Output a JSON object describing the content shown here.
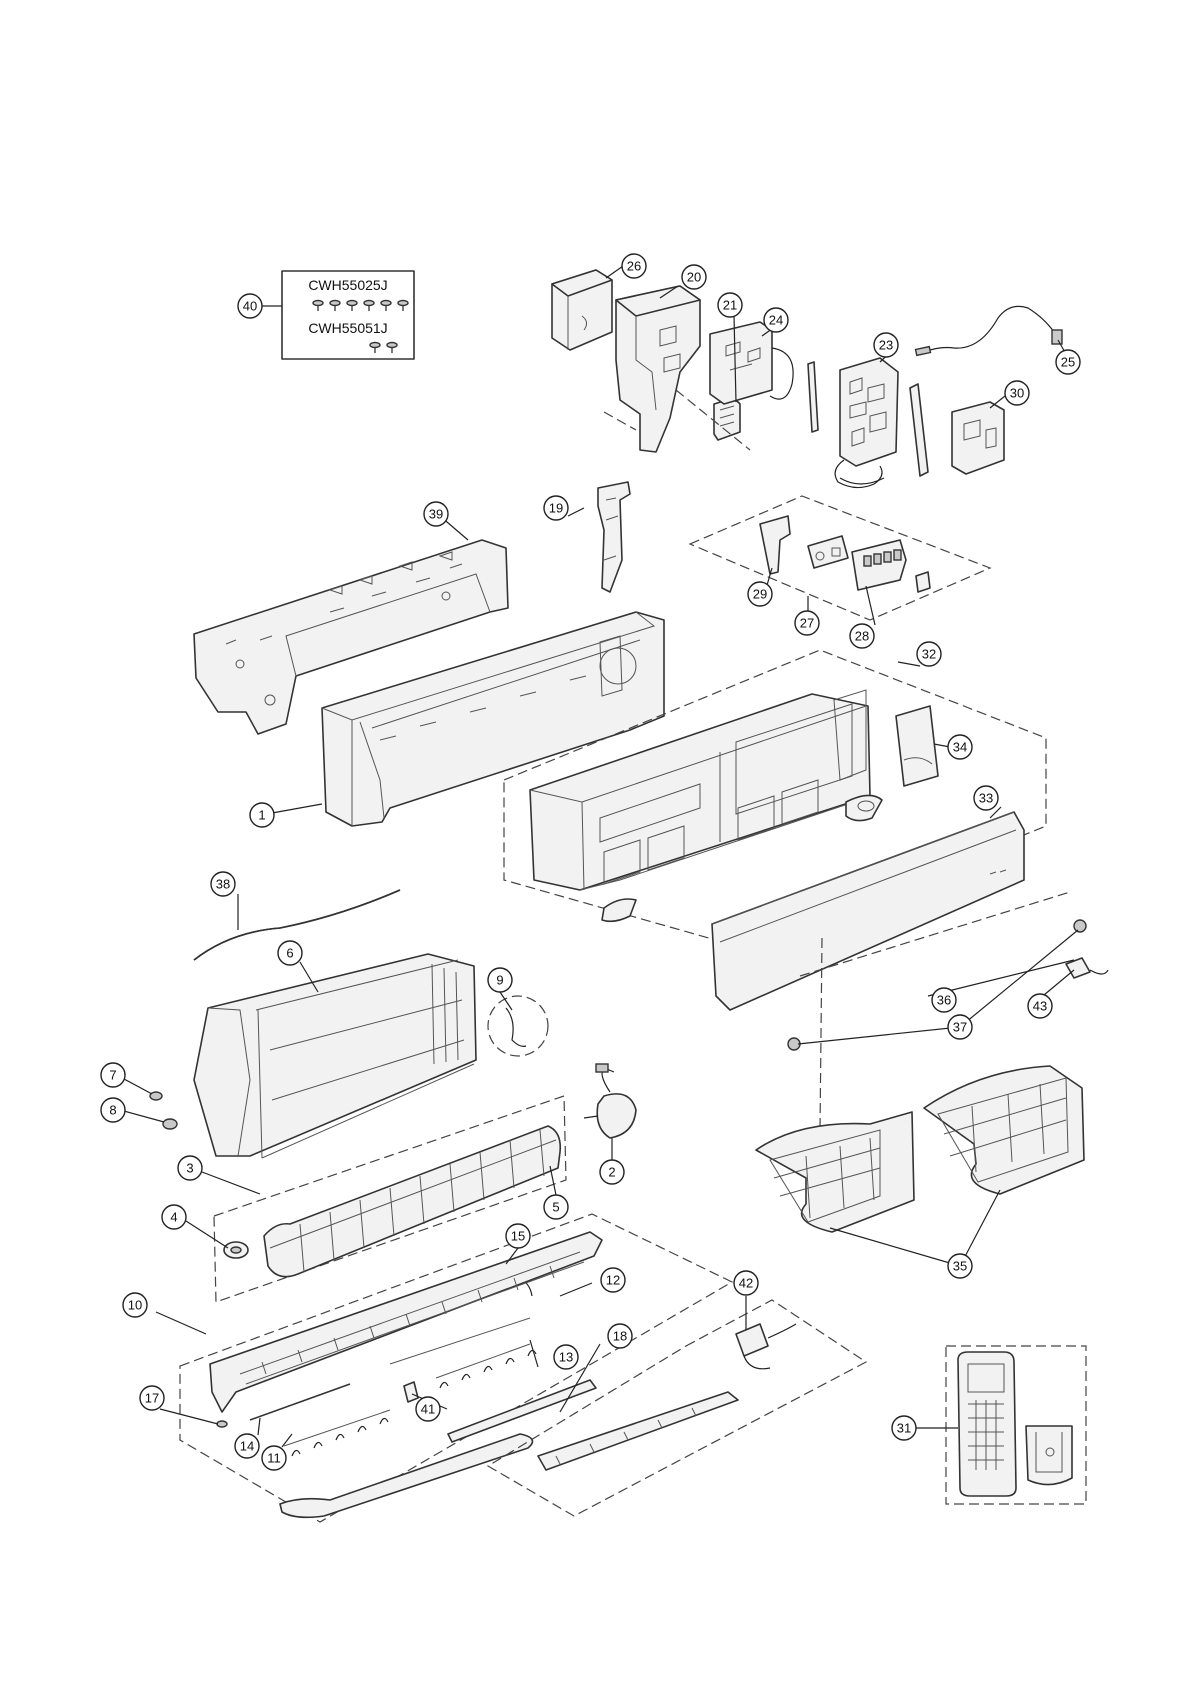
{
  "screw_kit": {
    "code_a": "CWH55025J",
    "code_b": "CWH55051J",
    "callout": "40"
  },
  "callouts": [
    "1",
    "2",
    "3",
    "4",
    "5",
    "6",
    "7",
    "8",
    "9",
    "10",
    "11",
    "12",
    "13",
    "14",
    "15",
    "17",
    "18",
    "19",
    "20",
    "21",
    "23",
    "24",
    "25",
    "26",
    "27",
    "28",
    "29",
    "30",
    "31",
    "32",
    "33",
    "34",
    "35",
    "36",
    "37",
    "38",
    "39",
    "41",
    "42",
    "43"
  ]
}
